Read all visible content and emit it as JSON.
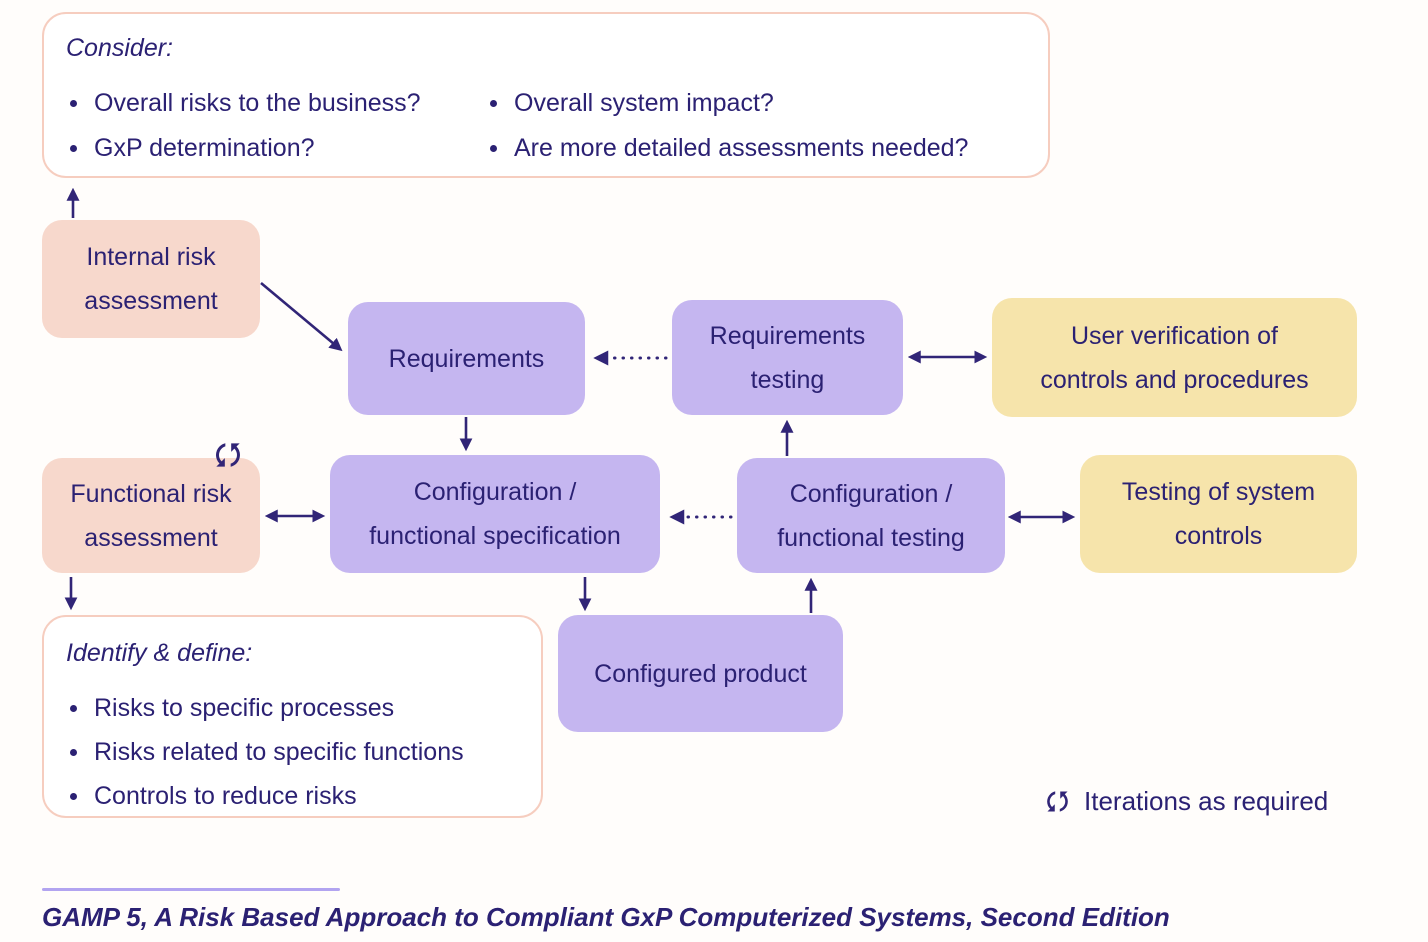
{
  "colors": {
    "background": "#fffdfb",
    "text_navy": "#2b2173",
    "arrow": "#312577",
    "node_pink": "#f7d8cc",
    "node_purple": "#c5b6f0",
    "node_yellow": "#f6e4ab",
    "callout_border": "#f6cdbf",
    "divider_purple": "#b2a4f0"
  },
  "consider_box": {
    "title": "Consider:",
    "col1": [
      "Overall risks to the business?",
      "GxP determination?"
    ],
    "col2": [
      "Overall system impact?",
      "Are more detailed assessments needed?"
    ]
  },
  "nodes": {
    "internal_risk": {
      "line1": "Internal risk",
      "line2": "assessment"
    },
    "requirements": {
      "line1": "Requirements"
    },
    "requirements_testing": {
      "line1": "Requirements",
      "line2": "testing"
    },
    "user_verification": {
      "line1": "User verification of",
      "line2": "controls and procedures"
    },
    "functional_risk": {
      "line1": "Functional risk",
      "line2": "assessment"
    },
    "config_spec": {
      "line1": "Configuration /",
      "line2": "functional specification"
    },
    "config_testing": {
      "line1": "Configuration /",
      "line2": "functional testing"
    },
    "testing_controls": {
      "line1": "Testing of system",
      "line2": "controls"
    },
    "configured_product": {
      "line1": "Configured product"
    }
  },
  "identify_box": {
    "title": "Identify & define:",
    "bullets": [
      "Risks to specific processes",
      "Risks related to specific functions",
      "Controls to reduce risks"
    ]
  },
  "legend": {
    "icon": "iterations-icon",
    "label": "Iterations as required"
  },
  "caption": "GAMP 5, A Risk Based Approach to Compliant GxP Computerized Systems, Second Edition"
}
